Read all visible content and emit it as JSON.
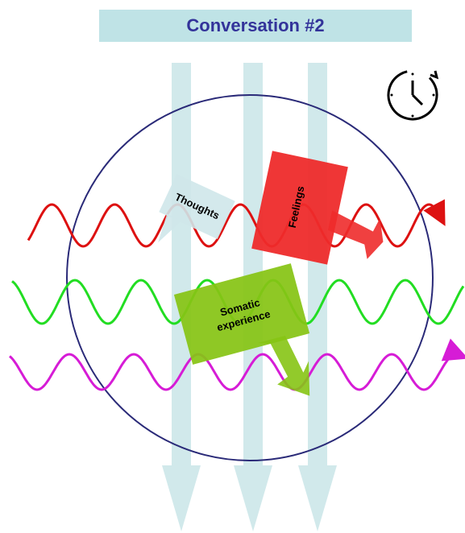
{
  "title": "Conversation #2",
  "labels": {
    "thoughts": "Thoughts",
    "feelings": "Feelings",
    "somatic_line1": "Somatic",
    "somatic_line2": "experience"
  },
  "icons": {
    "clock": "clock-icon"
  },
  "colors": {
    "title_bg": "#bfe3e6",
    "title_text": "#33339a",
    "arrows": "#cfe8ea",
    "circle": "#2a2a78",
    "wave_red": "#dd1111",
    "wave_green": "#22dd22",
    "wave_magenta": "#d61cd6",
    "thoughts_box": "#cfe7ea",
    "feelings_box": "#ee2b2b",
    "somatic_box": "#86c414"
  }
}
